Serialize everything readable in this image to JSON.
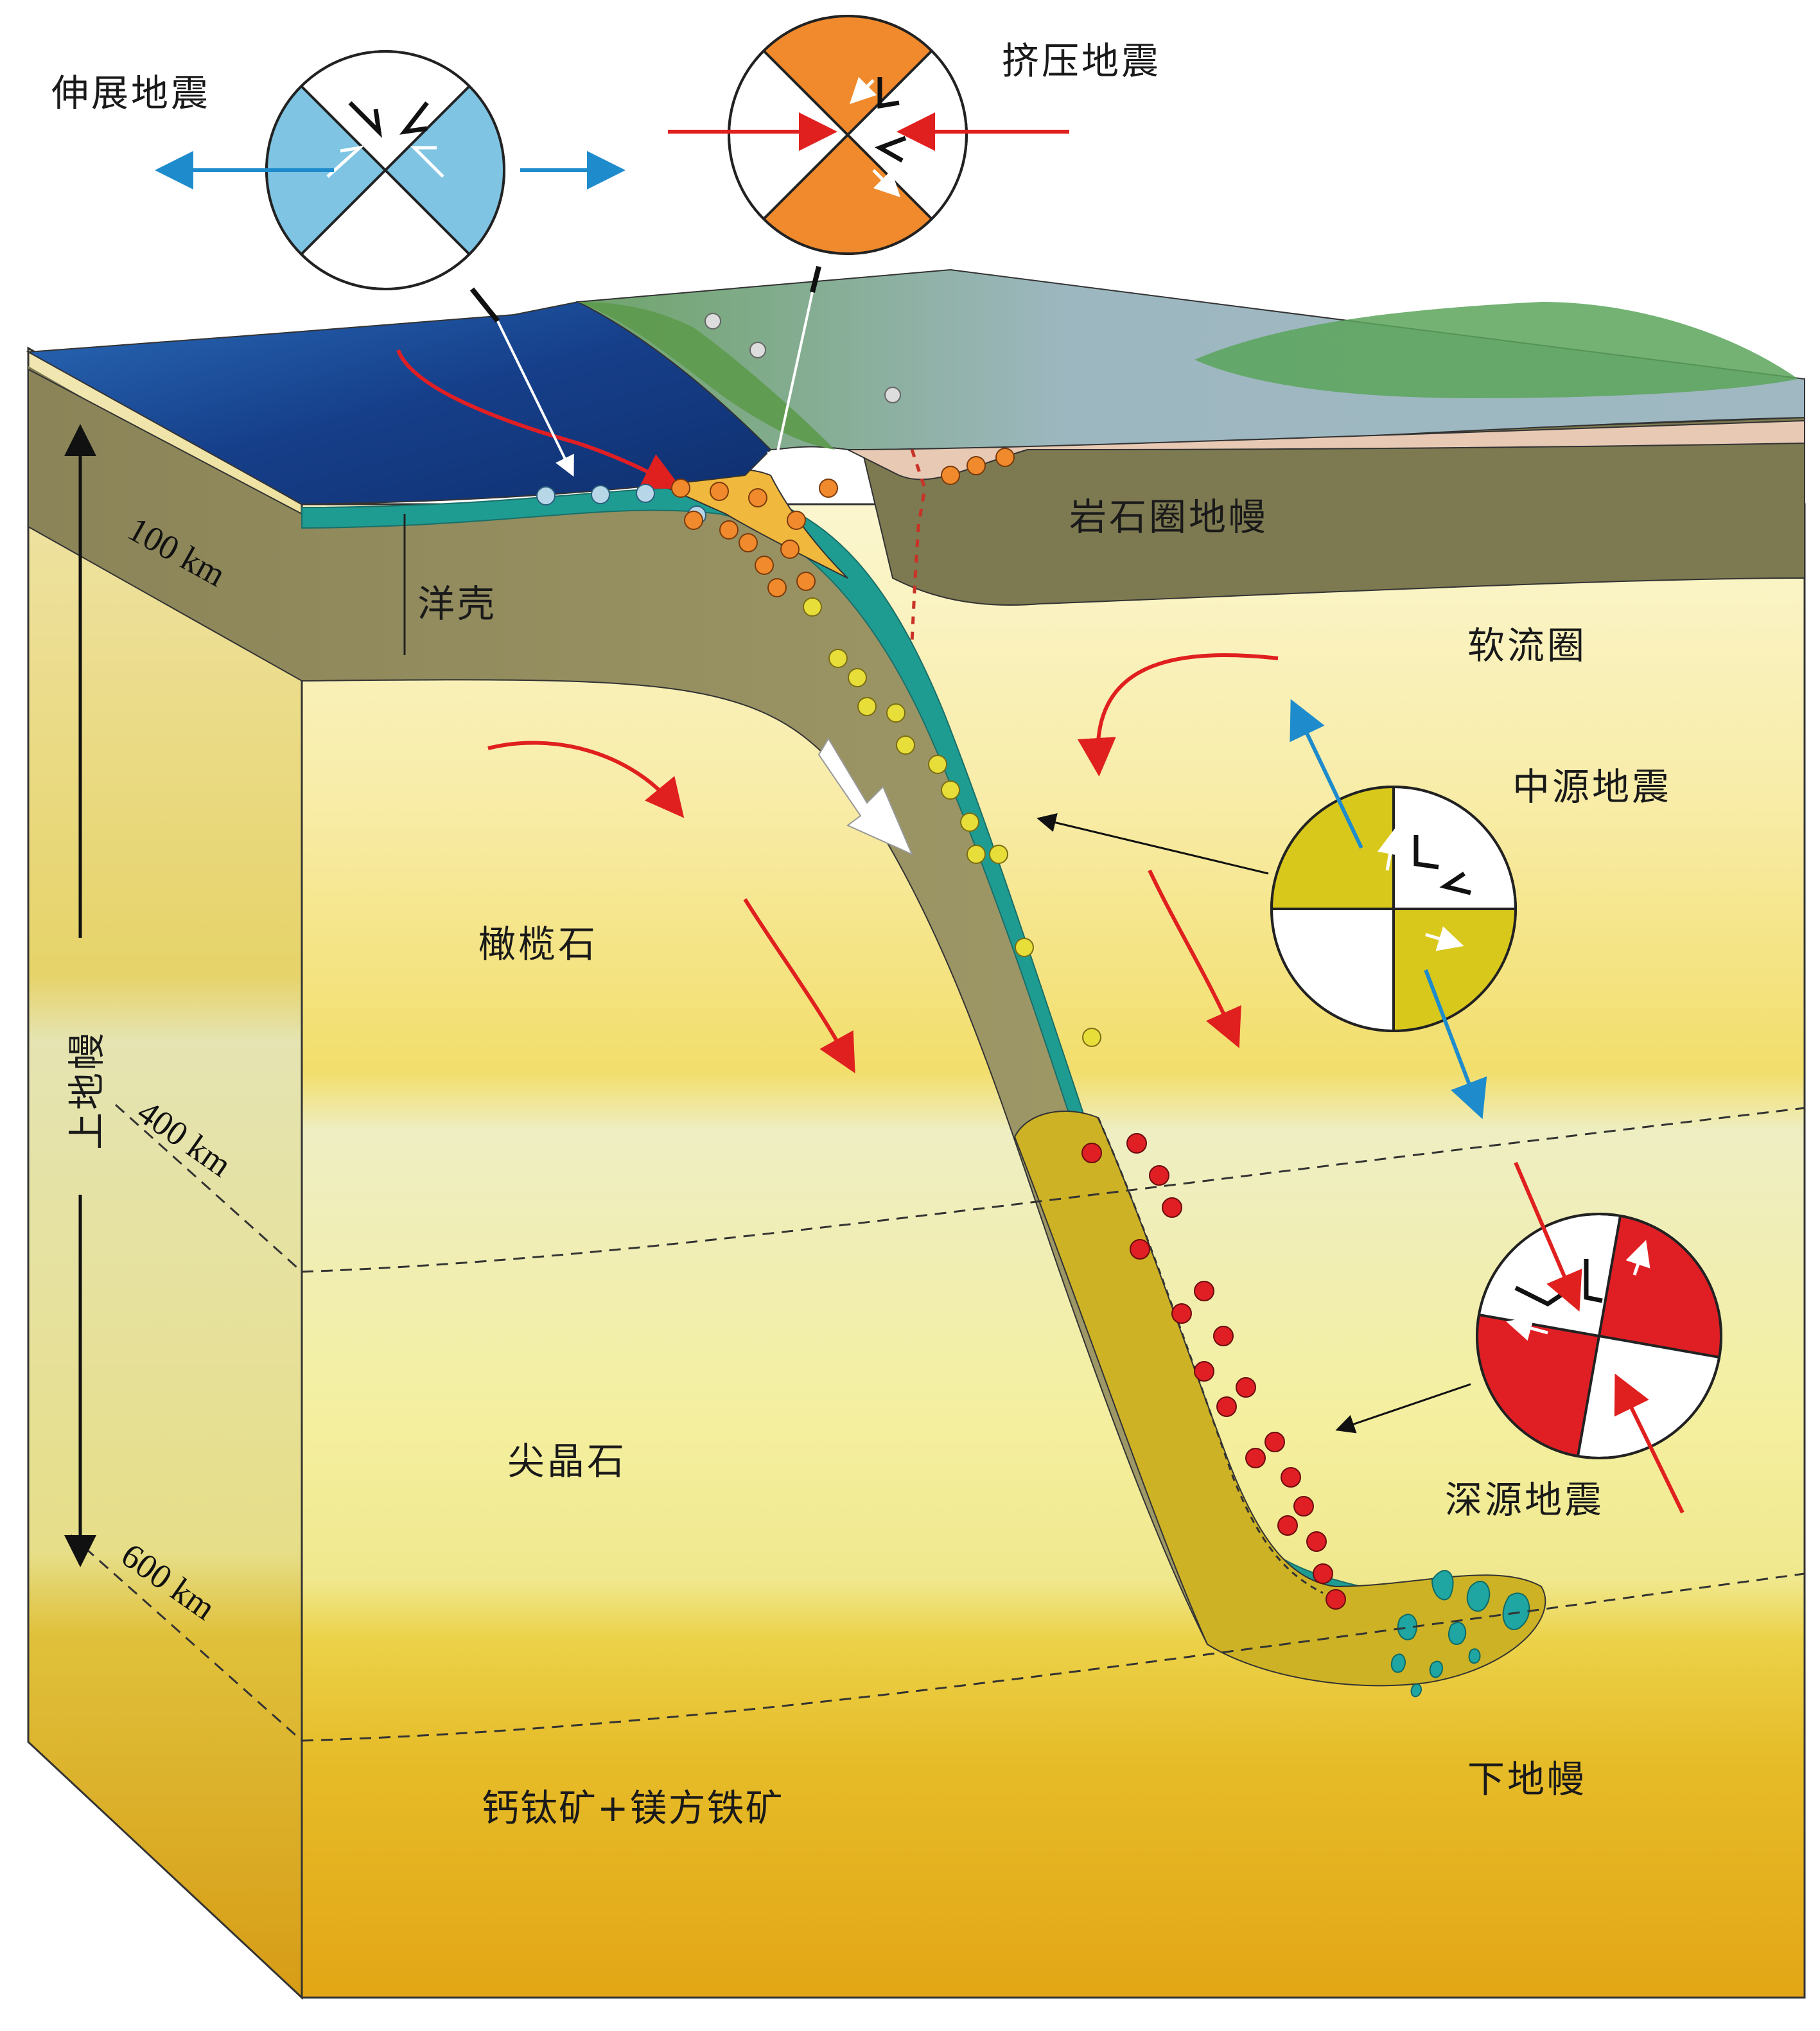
{
  "labels": {
    "extensional_quake": "伸展地震",
    "compressional_quake": "挤压地震",
    "lithospheric_mantle": "岩石圈地幔",
    "oceanic_crust": "洋壳",
    "asthenosphere": "软流圈",
    "intermediate_quake": "中源地震",
    "olivine": "橄榄石",
    "spinel": "尖晶石",
    "deep_quake": "深源地震",
    "upper_mantle": "上地幔",
    "lower_mantle": "下地幔",
    "perovskite": "钙钛矿+镁方铁矿"
  },
  "depths": {
    "d100": "100 km",
    "d400": "400 km",
    "d600": "600 km"
  },
  "colors": {
    "extensional": "#7fc4e3",
    "compressional": "#f08a2c",
    "intermediate": "#d9c81c",
    "deep": "#e01f25",
    "slab": "#8f8a5e",
    "crust_teal": "#1f9c92",
    "mantle_yellow": "#f3df74",
    "lithosphere_olive": "#7a7650",
    "ocean": "#1e5aa6",
    "continent_pink": "#e7c9b4"
  }
}
